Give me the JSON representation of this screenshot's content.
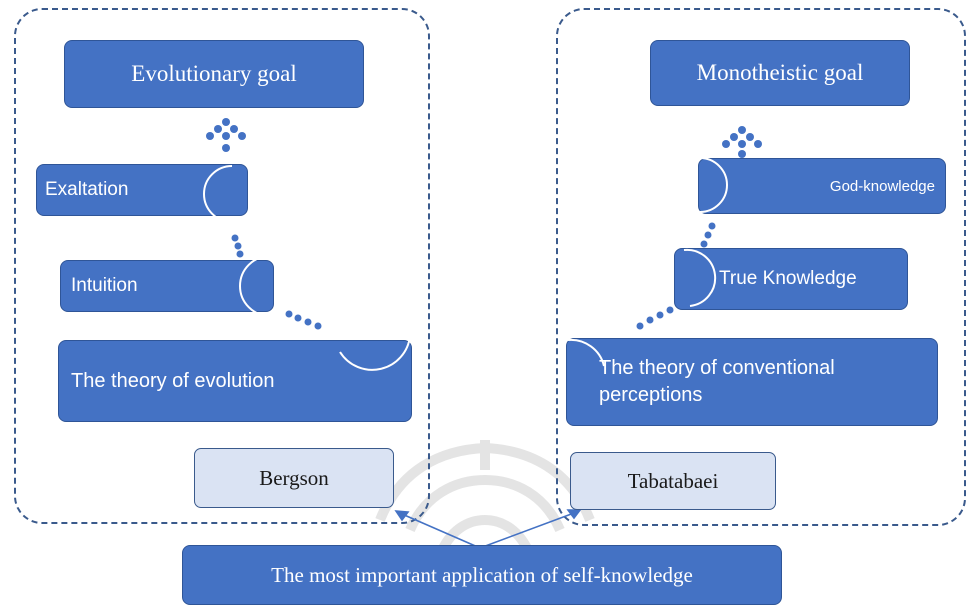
{
  "bergson": {
    "goal": "Evolutionary goal",
    "steps": [
      "Exaltation",
      "Intuition",
      "The theory of evolution"
    ],
    "name": "Bergson"
  },
  "tabatabaei": {
    "goal": "Monotheistic goal",
    "steps": [
      "God-knowledge",
      "True Knowledge",
      "The theory of conventional perceptions"
    ],
    "name": "Tabatabaei"
  },
  "bottom": {
    "title": "The most important application of self-knowledge"
  },
  "colors": {
    "box_fill": "#4472c4",
    "box_border": "#2f5597",
    "label_fill": "#dae3f3",
    "dash": "#3a5a8c",
    "watermark": "#d9d9d9"
  }
}
